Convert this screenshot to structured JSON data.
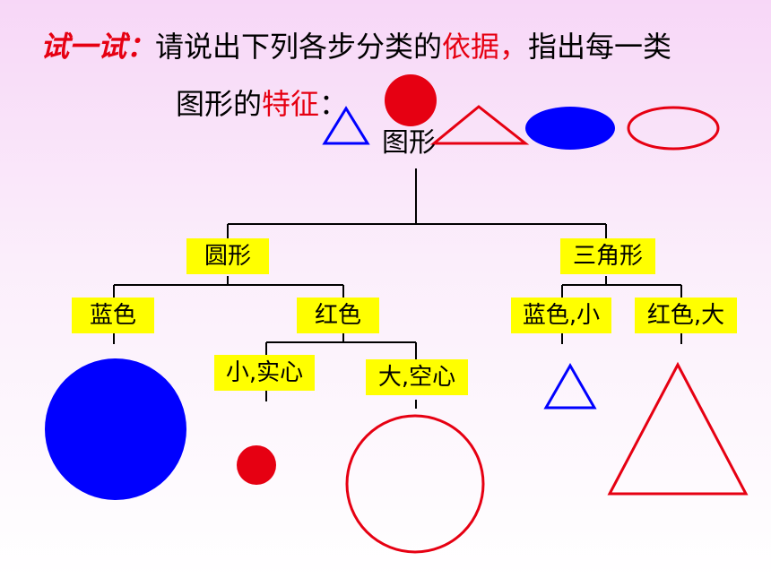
{
  "title": {
    "prefix": "试一试：",
    "text_a": "请说出下列各步分类的",
    "highlight_a": "依据，",
    "text_b": "指出每一类"
  },
  "subtitle": {
    "text": "图形的",
    "highlight": "特征",
    "colon": "："
  },
  "tree": {
    "root": "图形",
    "circle": "圆形",
    "triangle": "三角形",
    "circle_blue": "蓝色",
    "circle_red": "红色",
    "red_small_solid": "小,实心",
    "red_big_hollow": "大,空心",
    "tri_blue_small": "蓝色,小",
    "tri_red_big": "红色,大"
  },
  "colors": {
    "red": "#e60012",
    "blue": "#0000ff",
    "label_bg": "#ffff00",
    "line": "#000000"
  }
}
